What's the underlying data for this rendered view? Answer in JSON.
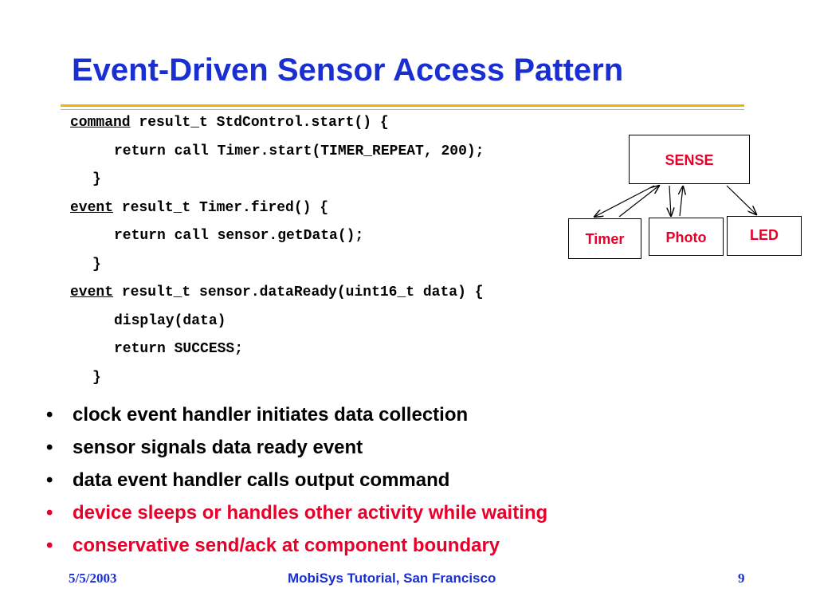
{
  "slide": {
    "title": "Event-Driven Sensor Access Pattern",
    "colors": {
      "title": "#1a2fcf",
      "rule": "#e8b800",
      "highlight": "#e8002a"
    }
  },
  "code": {
    "l1_kw": "command",
    "l1_rest": " result_t StdControl.start() {",
    "l2": "return call Timer.start(TIMER_REPEAT, 200);",
    "l3": "}",
    "l4_kw": "event",
    "l4_rest": " result_t Timer.fired() {",
    "l5": "return call sensor.getData();",
    "l6": "}",
    "l7_kw": "event",
    "l7_rest": " result_t sensor.dataReady(uint16_t data) {",
    "l8": "display(data)",
    "l9": "return SUCCESS;",
    "l10": "}"
  },
  "diagram": {
    "sense": "SENSE",
    "timer": "Timer",
    "photo": "Photo",
    "led": "LED"
  },
  "bullets": [
    {
      "text": "clock event handler initiates data collection",
      "color": "black"
    },
    {
      "text": "sensor signals data ready event",
      "color": "black"
    },
    {
      "text": "data event handler calls output command",
      "color": "black"
    },
    {
      "text": "device sleeps or handles other activity while waiting",
      "color": "red"
    },
    {
      "text": "conservative send/ack at component boundary",
      "color": "red"
    }
  ],
  "footer": {
    "date": "5/5/2003",
    "event": "MobiSys Tutorial, San Francisco",
    "page": "9"
  }
}
